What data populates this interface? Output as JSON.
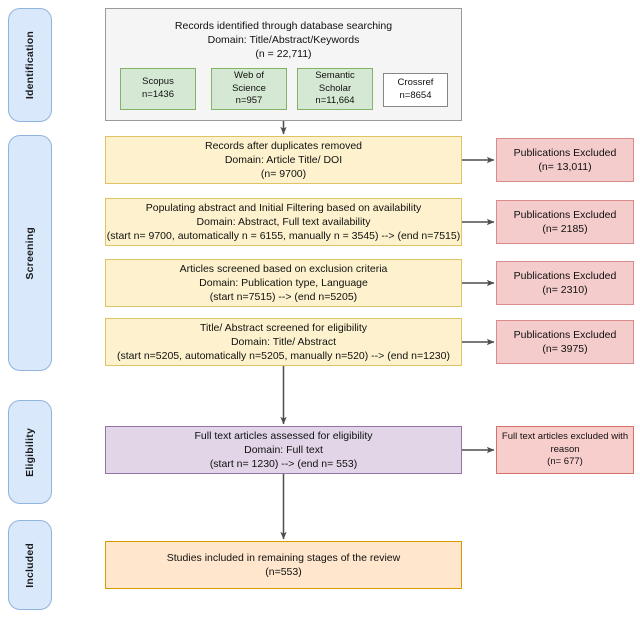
{
  "title": "PRISMA Flow Diagram",
  "palette": {
    "stage_fill": "#dae8fc",
    "stage_stroke": "#8fb4de",
    "identification_fill": "#f5f5f5",
    "identification_stroke": "#9a9a9a",
    "database_fill": "#d5e8d4",
    "database_stroke": "#82b366",
    "screening_fill": "#fdf2cd",
    "screening_stroke": "#e0c267",
    "excluded_fill": "#f4cccc",
    "excluded_stroke": "#d98c8c",
    "eligibility_fill": "#e1d5e7",
    "eligibility_stroke": "#9673a6",
    "fulltext_excluded_fill": "#f8cecc",
    "fulltext_excluded_stroke": "#d6706a",
    "included_fill": "#ffe6cc",
    "included_stroke": "#d79b00",
    "arrow": "#4d4d4d"
  },
  "stages": [
    {
      "id": "identification",
      "label": "Identification"
    },
    {
      "id": "screening",
      "label": "Screening"
    },
    {
      "id": "eligibility",
      "label": "Eligibility"
    },
    {
      "id": "included",
      "label": "Included"
    }
  ],
  "identification": {
    "lines": [
      "Records identified through database searching",
      "Domain: Title/Abstract/Keywords",
      "(n = 22,711)"
    ],
    "databases": [
      {
        "id": "scopus",
        "lines": [
          "Scopus",
          "n=1436"
        ],
        "highlighted": true
      },
      {
        "id": "web-of-science",
        "lines": [
          "Web of",
          "Science",
          "n=957"
        ],
        "highlighted": true
      },
      {
        "id": "semantic-scholar",
        "lines": [
          "Semantic",
          "Scholar",
          "n=11,664"
        ],
        "highlighted": true
      },
      {
        "id": "crossref",
        "lines": [
          "Crossref",
          "n=8654"
        ],
        "highlighted": false
      }
    ]
  },
  "screening": {
    "steps": [
      {
        "id": "duplicates-removed",
        "lines": [
          "Records after duplicates removed",
          "Domain: Article Title/ DOI",
          "(n= 9700)"
        ],
        "excluded": {
          "id": "excluded-duplicates",
          "lines": [
            "Publications Excluded",
            "(n= 13,011)"
          ]
        }
      },
      {
        "id": "abstract-availability-filtering",
        "lines": [
          "Populating abstract and Initial Filtering based on availability",
          "Domain:  Abstract, Full text availability",
          "(start n= 9700, automatically n = 6155, manually n = 3545) --> (end n=7515)"
        ],
        "excluded": {
          "id": "excluded-availability",
          "lines": [
            "Publications Excluded",
            "(n= 2185)"
          ]
        }
      },
      {
        "id": "exclusion-criteria-screening",
        "lines": [
          "Articles screened based on exclusion criteria",
          "Domain: Publication type, Language",
          "(start n=7515) --> (end n=5205)"
        ],
        "excluded": {
          "id": "excluded-criteria",
          "lines": [
            "Publications Excluded",
            "(n= 2310)"
          ]
        }
      },
      {
        "id": "title-abstract-eligibility",
        "lines": [
          "Title/ Abstract screened for eligibility",
          "Domain: Title/ Abstract",
          "(start n=5205, automatically n=5205, manually n=520) --> (end n=1230)"
        ],
        "excluded": {
          "id": "excluded-title-abstract",
          "lines": [
            "Publications Excluded",
            "(n= 3975)"
          ]
        }
      }
    ]
  },
  "eligibility": {
    "main": {
      "id": "full-text-assessed",
      "lines": [
        "Full text articles assessed for eligibility",
        "Domain: Full text",
        "(start n= 1230) --> (end n= 553)"
      ]
    },
    "excluded": {
      "id": "full-text-excluded",
      "lines": [
        "Full text articles excluded with",
        "reason",
        "(n= 677)"
      ]
    }
  },
  "included": {
    "main": {
      "id": "studies-included",
      "lines": [
        "Studies included in remaining stages of the review",
        "(n=553)"
      ]
    }
  }
}
